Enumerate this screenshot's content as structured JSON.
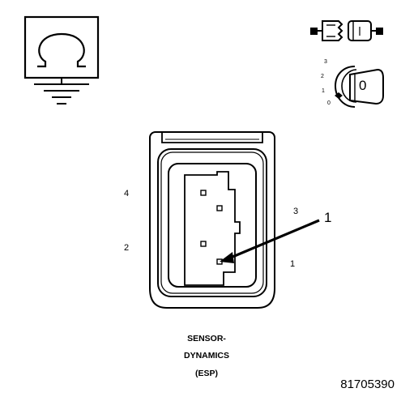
{
  "diagram": {
    "icons": {
      "resistance": "ohm-ground-symbol-icon",
      "connector_disconnect": "connector-disconnect-icon",
      "ignition": "ignition-key-off-icon"
    },
    "ignition_key_label": "0",
    "ignition_positions": [
      "3",
      "2",
      "1",
      "0"
    ],
    "connector": {
      "pin_labels": {
        "pin4": "4",
        "pin3": "3",
        "pin2": "2",
        "pin1": "1"
      },
      "callout": "1"
    },
    "caption": {
      "line1": "SENSOR-",
      "line2": "DYNAMICS",
      "line3": "(ESP)"
    },
    "figure_number": "81705390"
  }
}
